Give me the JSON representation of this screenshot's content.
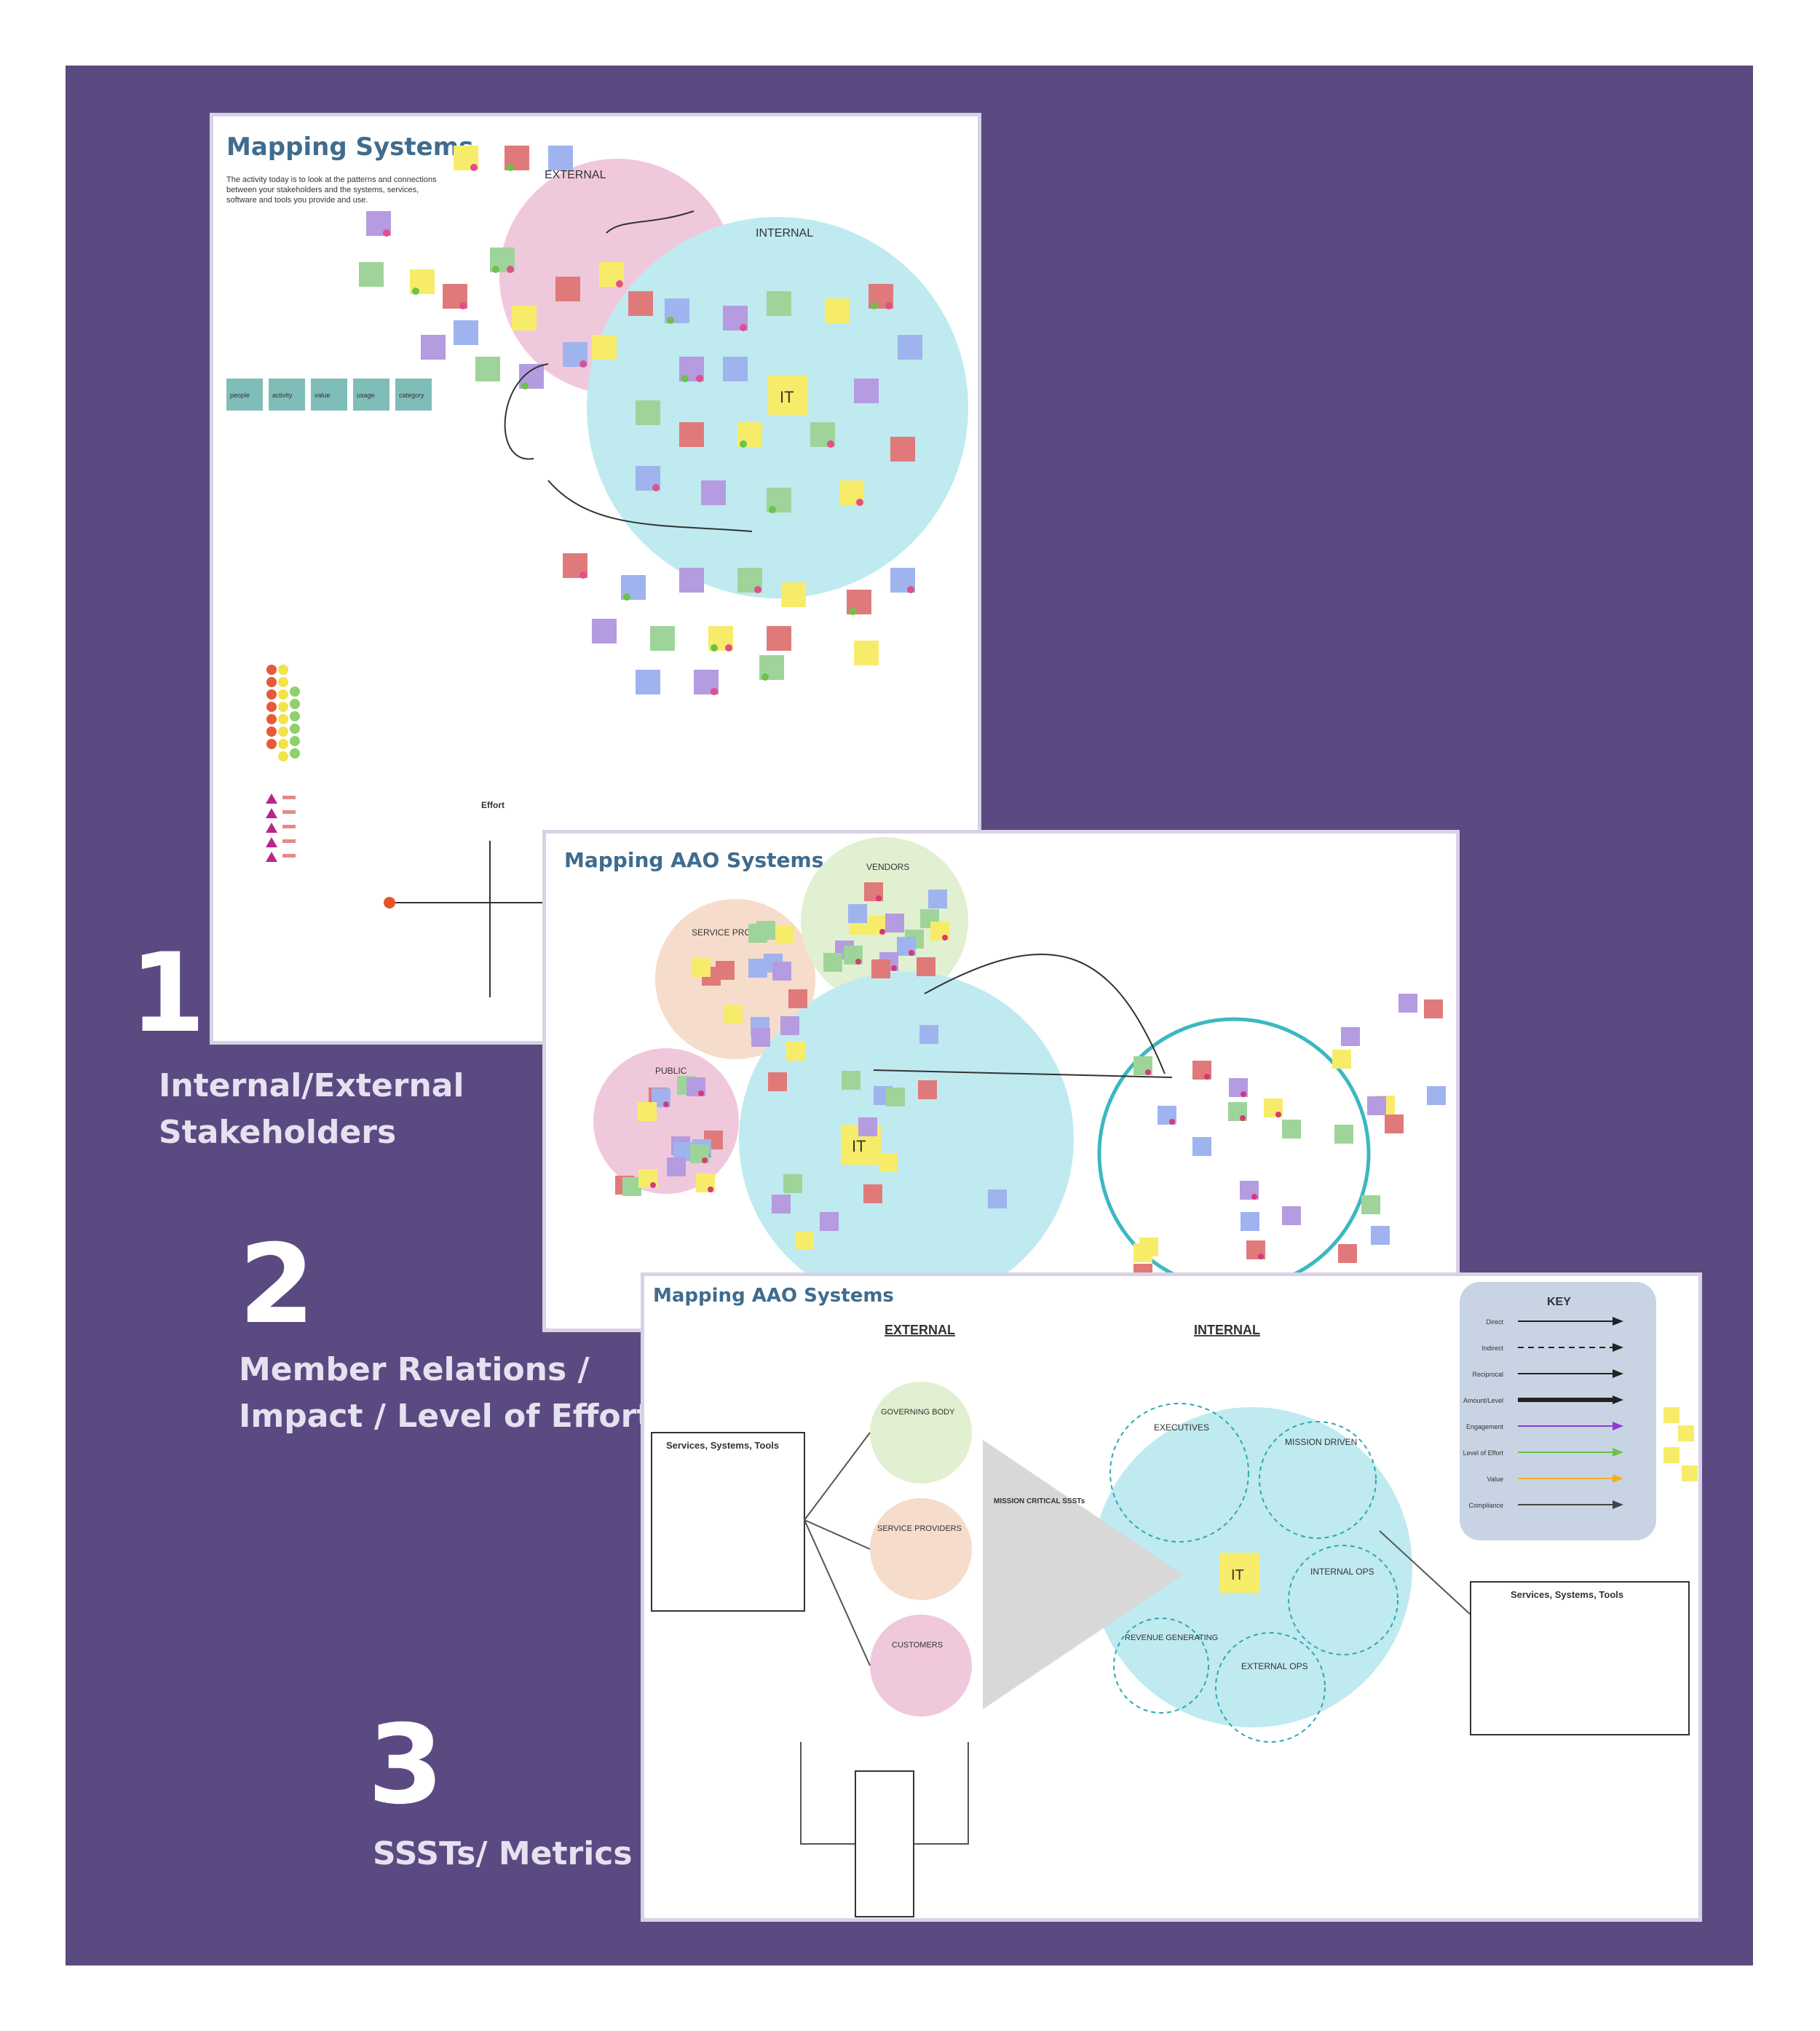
{
  "labels": [
    {
      "num": "1",
      "lines": [
        "Internal/External",
        "Stakeholders"
      ]
    },
    {
      "num": "2",
      "lines": [
        "Member Relations /",
        "Impact / Level of Effort"
      ]
    },
    {
      "num": "3",
      "lines": [
        "SSSTs/ Metrics"
      ]
    }
  ],
  "board1": {
    "title": "Mapping Systems",
    "intro": "The activity today is to look at the patterns and connections between your stakeholders and the systems, services, software and tools you provide and use.",
    "bubble_external": "EXTERNAL",
    "bubble_internal": "INTERNAL",
    "center": "IT",
    "legend_tiles": [
      "people",
      "activity",
      "value",
      "usage",
      "category"
    ],
    "axis_label": "Effort"
  },
  "board2": {
    "title": "Mapping AAO Systems",
    "bubble_service_providers": "SERVICE PROVIDERS",
    "bubble_public": "PUBLIC",
    "bubble_vendors": "VENDORS",
    "center": "IT"
  },
  "board3": {
    "title": "Mapping AAO Systems",
    "external": "EXTERNAL",
    "internal": "INTERNAL",
    "left_box_title": "Services, Systems, Tools",
    "right_box_title": "Services, Systems, Tools",
    "key_title": "KEY",
    "key_rows": [
      "Direct",
      "Indirect",
      "Reciprocal",
      "Amount/Level",
      "Engagement",
      "Level of Effort",
      "Value",
      "Compliance"
    ],
    "ext_circles": [
      "GOVERNING BODY",
      "SERVICE PROVIDERS",
      "CUSTOMERS"
    ],
    "triangle_label": "MISSION CRITICAL SSSTs",
    "int_circles": [
      "EXECUTIVES",
      "MISSION DRIVEN",
      "INTERNAL OPS",
      "EXTERNAL OPS",
      "REVENUE GENERATING"
    ],
    "center": "IT"
  },
  "colors": {
    "frame": "#5b4a81",
    "pink": "#f0c8dc",
    "cyan": "#bfeaf0",
    "sticky_yellow": "#f7ec6a",
    "sticky_red": "#e07a7a",
    "sticky_blue": "#9fb4ee",
    "sticky_purple": "#b59be0",
    "sticky_green": "#9ed49a",
    "title_blue": "#3f6c8f"
  }
}
